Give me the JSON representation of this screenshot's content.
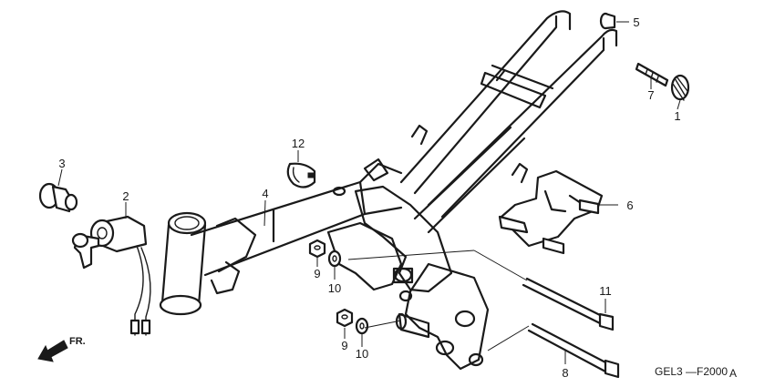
{
  "diagram": {
    "callouts": [
      {
        "id": "1",
        "label": "1"
      },
      {
        "id": "2",
        "label": "2"
      },
      {
        "id": "3",
        "label": "3"
      },
      {
        "id": "4",
        "label": "4"
      },
      {
        "id": "5",
        "label": "5"
      },
      {
        "id": "6",
        "label": "6"
      },
      {
        "id": "7",
        "label": "7"
      },
      {
        "id": "8",
        "label": "8"
      },
      {
        "id": "9a",
        "label": "9"
      },
      {
        "id": "10a",
        "label": "10"
      },
      {
        "id": "9b",
        "label": "9"
      },
      {
        "id": "10b",
        "label": "10"
      },
      {
        "id": "11",
        "label": "11"
      },
      {
        "id": "12",
        "label": "12"
      }
    ],
    "direction_label": "FR.",
    "diagram_code": "GEL3 —F2000",
    "diagram_code_suffix": "A"
  }
}
